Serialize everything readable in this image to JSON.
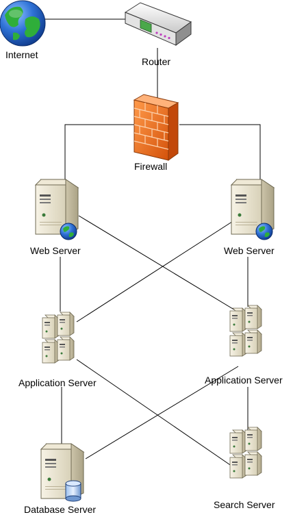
{
  "nodes": {
    "internet": {
      "label": "Internet",
      "icon": "globe-icon"
    },
    "router": {
      "label": "Router",
      "icon": "router-icon"
    },
    "firewall": {
      "label": "Firewall",
      "icon": "firewall-icon"
    },
    "web_server_left": {
      "label": "Web Server",
      "icon": "web-server-icon"
    },
    "web_server_right": {
      "label": "Web Server",
      "icon": "web-server-icon"
    },
    "app_server_left": {
      "label": "Application Server",
      "icon": "server-rack-icon"
    },
    "app_server_right": {
      "label": "Application Server",
      "icon": "server-rack-icon"
    },
    "database_server": {
      "label": "Database Server",
      "icon": "database-server-icon"
    },
    "search_server": {
      "label": "Search Server",
      "icon": "server-rack-icon"
    }
  },
  "connections": [
    [
      "internet",
      "router"
    ],
    [
      "router",
      "firewall"
    ],
    [
      "firewall",
      "web_server_left"
    ],
    [
      "firewall",
      "web_server_right"
    ],
    [
      "web_server_left",
      "app_server_left"
    ],
    [
      "web_server_left",
      "app_server_right"
    ],
    [
      "web_server_right",
      "app_server_left"
    ],
    [
      "web_server_right",
      "app_server_right"
    ],
    [
      "app_server_left",
      "database_server"
    ],
    [
      "app_server_left",
      "search_server"
    ],
    [
      "app_server_right",
      "database_server"
    ],
    [
      "app_server_right",
      "search_server"
    ]
  ],
  "colors": {
    "line": "#000000",
    "server_body": "#e9e3cf",
    "firewall": "#f0711c",
    "globe_ocean": "#1f63c6",
    "globe_land": "#2fae3a"
  }
}
